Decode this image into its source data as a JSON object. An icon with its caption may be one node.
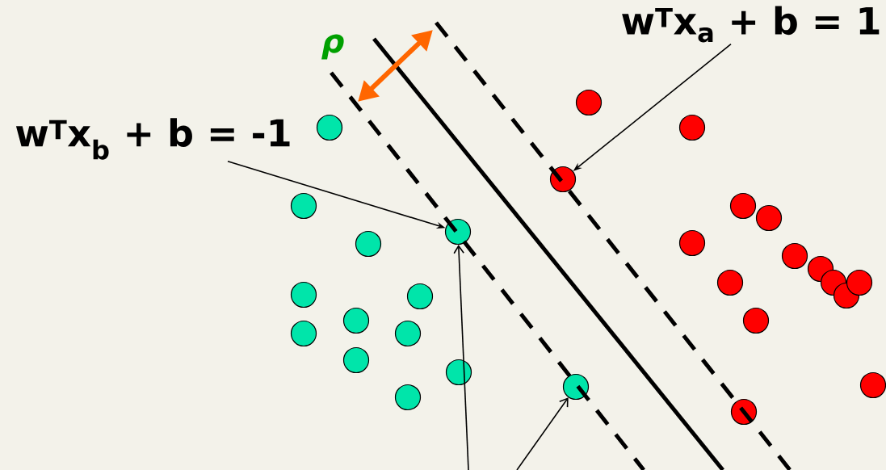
{
  "diagram": {
    "nodes": [
      {
        "text": [
          "w$^{T}$x$_{b}$ + b = -1"
        ]
      },
      {
        "text": [
          "w$^{T}$x$_{a}$ + b = 1"
        ]
      },
      {
        "text": [],
        "shape": "circle"
      },
      {
        "text": [],
        "shape": "circle"
      },
      {
        "text": [],
        "shape": "circle"
      },
      {
        "text": [],
        "shape": "circle"
      },
      {
        "text": [],
        "shape": "circle"
      },
      {
        "text": [],
        "shape": "circle"
      },
      {
        "text": [],
        "shape": "circle"
      },
      {
        "text": [],
        "shape": "circle"
      },
      {
        "text": [],
        "shape": "circle"
      },
      {
        "text": [],
        "shape": "circle"
      },
      {
        "text": [],
        "shape": "circle"
      },
      {
        "text": [],
        "shape": "circle"
      },
      {
        "text": [],
        "shape": "circle"
      },
      {
        "text": [],
        "shape": "circle"
      },
      {
        "text": [],
        "shape": "circle"
      },
      {
        "text": [],
        "shape": "circle"
      },
      {
        "text": [],
        "shape": "circle"
      },
      {
        "text": [],
        "shape": "circle"
      },
      {
        "text": [],
        "shape": "circle"
      },
      {
        "text": [],
        "shape": "circle"
      },
      {
        "text": [],
        "shape": "circle"
      },
      {
        "text": [],
        "shape": "circle"
      },
      {
        "text": [],
        "shape": "circle"
      },
      {
        "text": [],
        "shape": "circle"
      },
      {
        "text": [],
        "shape": "circle"
      },
      {
        "text": [],
        "shape": "circle"
      },
      {
        "text": [],
        "shape": "circle"
      },
      {
        "text": [],
        "shape": "circle"
      }
    ],
    "edges": [
      {
        "from": 0,
        "to": 12,
        "arrow": "to"
      },
      {
        "from": 1,
        "to": 14,
        "arrow": "to"
      },
      {
        "from": null,
        "to": 12,
        "arrow": "to"
      },
      {
        "from": null,
        "to": 15,
        "arrow": "to"
      }
    ],
    "labels": [
      "ρ"
    ]
  }
}
